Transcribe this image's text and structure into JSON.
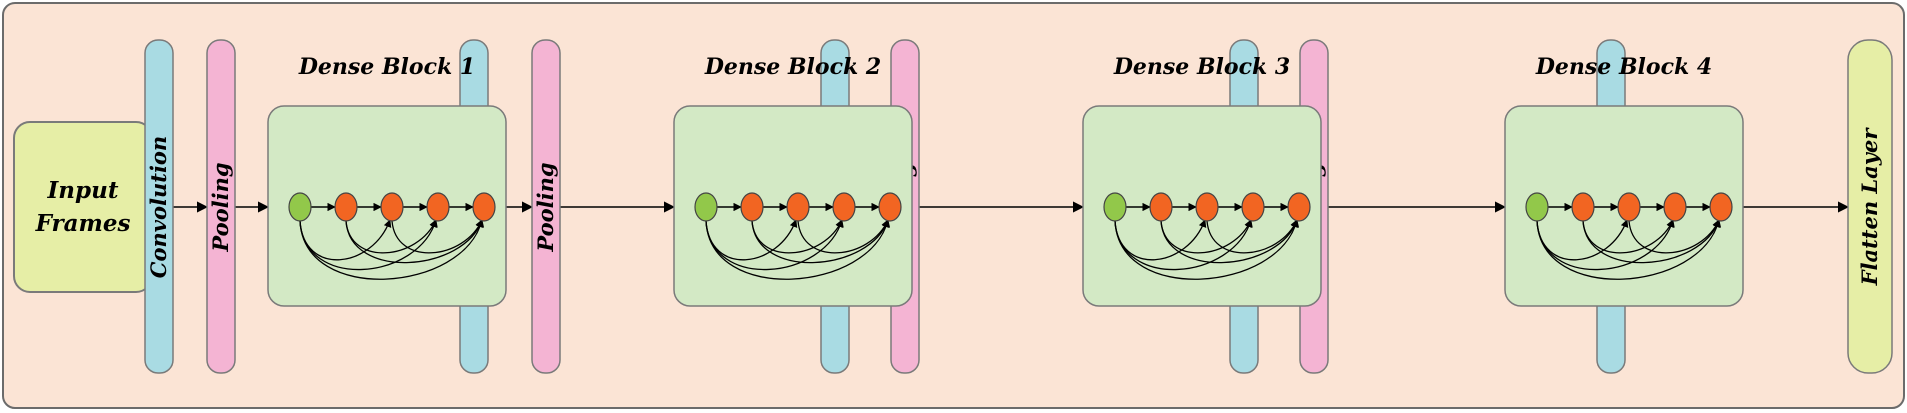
{
  "input": {
    "line1": "Input",
    "line2": "Frames"
  },
  "layers": {
    "convolution": "Convolution",
    "pooling": "Pooling",
    "flatten": "Flatten Layer"
  },
  "blocks": [
    {
      "title": "Dense Block 1"
    },
    {
      "title": "Dense Block 2"
    },
    {
      "title": "Dense Block 3"
    },
    {
      "title": "Dense Block 4"
    }
  ],
  "colors": {
    "background": "#fbe4d5",
    "input_fill": "#e6eea6",
    "convolution_fill": "#a9dbe3",
    "pooling_fill": "#f4b4d3",
    "block_fill": "#d3e9c5",
    "flatten_fill": "#e6eea6",
    "input_node": "#92c84a",
    "dense_node": "#f26522"
  }
}
